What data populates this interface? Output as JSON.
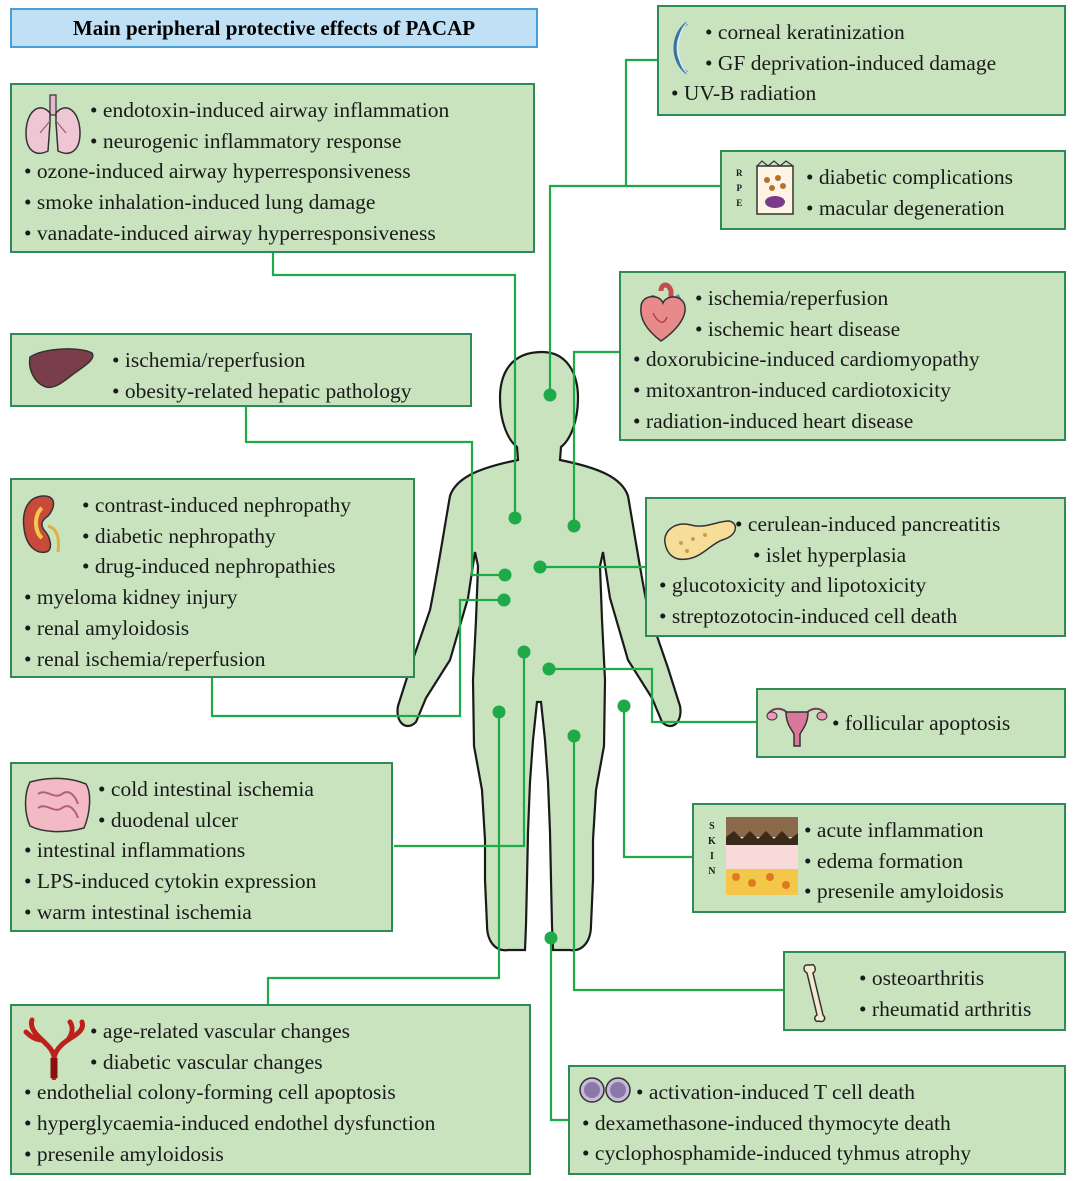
{
  "title": "Main peripheral protective effects of PACAP",
  "colors": {
    "box_fill": "#c9e3bf",
    "box_border": "#2e8b57",
    "title_fill": "#bfe0f5",
    "title_border": "#4a9fd6",
    "dot": "#1faa4a"
  },
  "boxes": {
    "eye": {
      "icon": "cornea-icon",
      "items": [
        "corneal keratinization",
        "GF deprivation-induced damage",
        "UV-B radiation"
      ]
    },
    "lung": {
      "icon": "lungs-icon",
      "items": [
        "endotoxin-induced airway inflammation",
        "neurogenic inflammatory response",
        "ozone-induced airway hyperresponsiveness",
        "smoke inhalation-induced lung damage",
        "vanadate-induced airway hyperresponsiveness"
      ]
    },
    "retina": {
      "icon": "rpe-cell-icon",
      "icon_label": [
        "R",
        "P",
        "E"
      ],
      "items": [
        "diabetic complications",
        "macular degeneration"
      ]
    },
    "heart": {
      "icon": "heart-icon",
      "items": [
        "ischemia/reperfusion",
        "ischemic heart disease",
        "doxorubicine-induced cardiomyopathy",
        "mitoxantron-induced cardiotoxicity",
        "radiation-induced heart disease"
      ]
    },
    "liver": {
      "icon": "liver-icon",
      "items": [
        "ischemia/reperfusion",
        "obesity-related hepatic pathology"
      ]
    },
    "kidney": {
      "icon": "kidney-icon",
      "items": [
        "contrast-induced nephropathy",
        "diabetic nephropathy",
        "drug-induced nephropathies",
        "myeloma kidney injury",
        "renal amyloidosis",
        "renal ischemia/reperfusion"
      ]
    },
    "pancreas": {
      "icon": "pancreas-icon",
      "items": [
        "cerulean-induced pancreatitis",
        "islet hyperplasia",
        "glucotoxicity and lipotoxicity",
        "streptozotocin-induced cell death"
      ]
    },
    "ovary": {
      "icon": "uterus-icon",
      "items": [
        "follicular apoptosis"
      ]
    },
    "intestine": {
      "icon": "intestine-icon",
      "items": [
        "cold intestinal ischemia",
        "duodenal ulcer",
        "intestinal inflammations",
        "LPS-induced cytokin expression",
        "warm intestinal ischemia"
      ]
    },
    "skin": {
      "icon": "skin-layers-icon",
      "icon_label": [
        "S",
        "K",
        "I",
        "N"
      ],
      "items": [
        "acute inflammation",
        "edema formation",
        "presenile amyloidosis"
      ]
    },
    "bone": {
      "icon": "bone-icon",
      "items": [
        "osteoarthritis",
        "rheumatid arthritis"
      ]
    },
    "vessel": {
      "icon": "blood-vessel-icon",
      "items": [
        "age-related vascular changes",
        "diabetic vascular changes",
        "endothelial colony-forming cell apoptosis",
        "hyperglycaemia-induced endothel dysfunction",
        "presenile amyloidosis"
      ]
    },
    "immune": {
      "icon": "lymphocyte-icon",
      "items": [
        "activation-induced T cell death",
        "dexamethasone-induced thymocyte death",
        "cyclophosphamide-induced tyhmus atrophy"
      ]
    }
  }
}
